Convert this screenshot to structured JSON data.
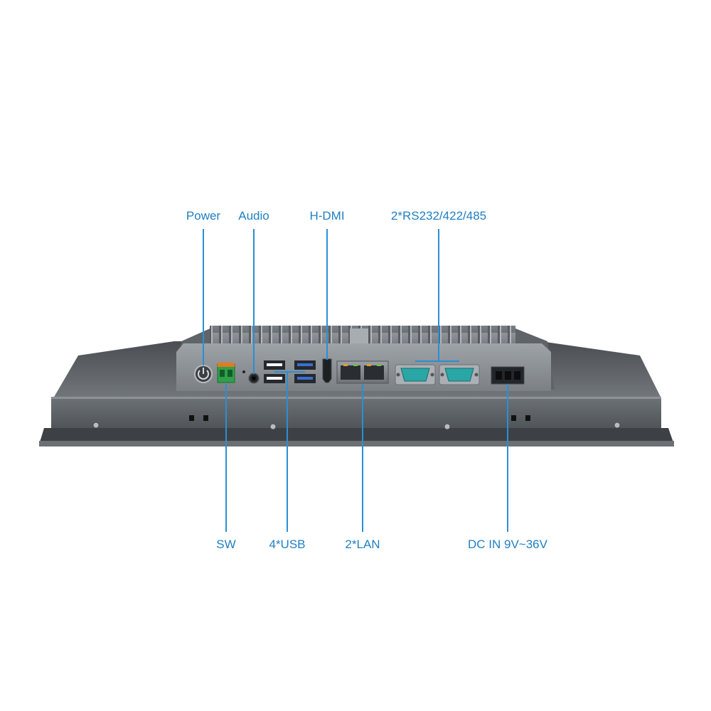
{
  "labels": {
    "power": "Power",
    "audio": "Audio",
    "hdmi": "H-DMI",
    "serial": "2*RS232/422/485",
    "sw": "SW",
    "usb": "4*USB",
    "lan": "2*LAN",
    "dc": "DC IN 9V~36V"
  },
  "colors": {
    "callout": "#1f7fc2",
    "chassis": "#5d6166",
    "io_panel": "#8c9196",
    "terminal": "#2fa04a"
  }
}
